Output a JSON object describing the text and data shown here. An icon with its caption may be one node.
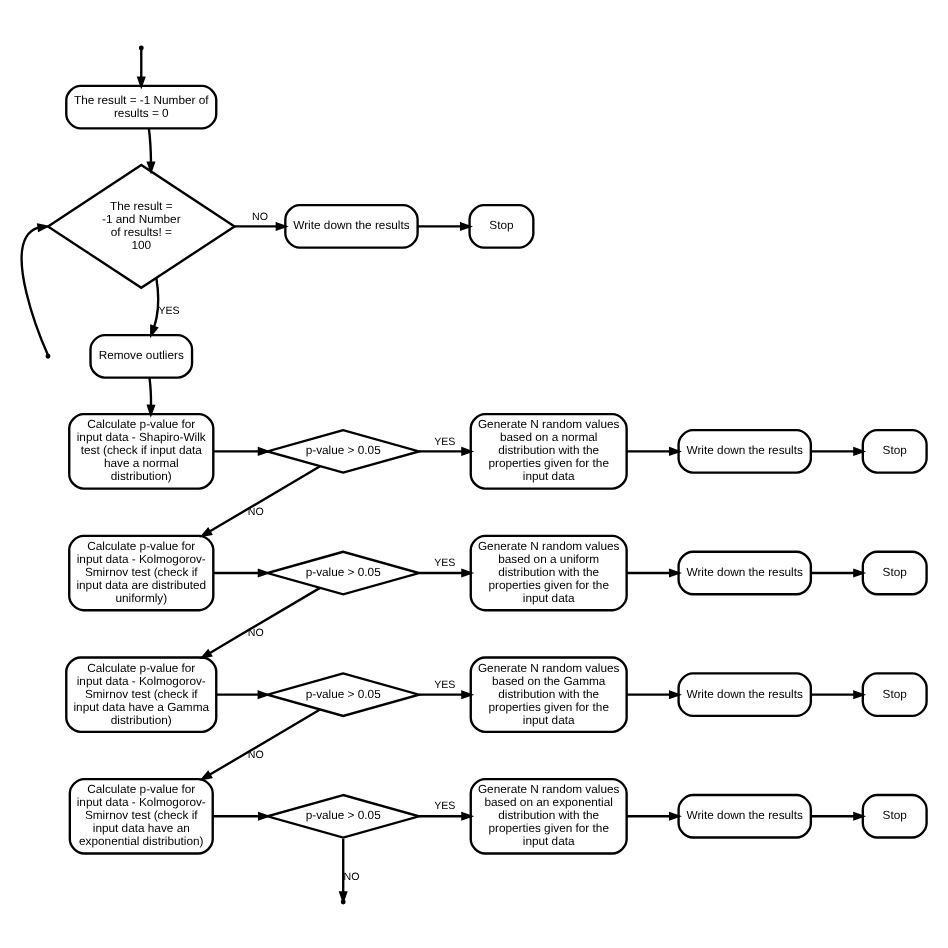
{
  "diagram": {
    "nodes": [
      {
        "text": [
          "The result = -1 Number of results = 0"
        ]
      },
      {
        "text": [
          "The result = -1 and Number of results! = 100"
        ]
      },
      {
        "text": [
          "Write down the results"
        ]
      },
      {
        "text": [
          "Stop"
        ]
      },
      {
        "text": [
          "Remove outliers"
        ]
      },
      {
        "text": [
          "Calculate p-value for input data - Shapiro-Wilk test (check if input data have a normal distribution)"
        ]
      },
      {
        "text": [
          "p-value > 0.05"
        ]
      },
      {
        "text": [
          "Generate N random values based on a normal distribution with the properties given for the input data"
        ]
      },
      {
        "text": [
          "Write down the results"
        ]
      },
      {
        "text": [
          "Stop"
        ]
      },
      {
        "text": [
          "Calculate p-value for input data - Kolmogorov-Smirnov test (check if input data are distributed uniformly)"
        ]
      },
      {
        "text": [
          "p-value > 0.05"
        ]
      },
      {
        "text": [
          "Generate N random values based on a uniform distribution with the properties given for the input data"
        ]
      },
      {
        "text": [
          "Write down the results"
        ]
      },
      {
        "text": [
          "Stop"
        ]
      },
      {
        "text": [
          "Calculate p-value for input data - Kolmogorov-Smirnov test (check if input data have a Gamma distribution)"
        ]
      },
      {
        "text": [
          "p-value > 0.05"
        ]
      },
      {
        "text": [
          "Generate N random values based on the Gamma distribution with the properties given for the input data"
        ]
      },
      {
        "text": [
          "Write down the results"
        ]
      },
      {
        "text": [
          "Stop"
        ]
      },
      {
        "text": [
          "Calculate p-value for input data - Kolmogorov-Smirnov test (check if input data have an exponential distribution)"
        ]
      },
      {
        "text": [
          "p-value > 0.05"
        ]
      },
      {
        "text": [
          "Generate N random values based on an exponential distribution with the properties given for the input data"
        ]
      },
      {
        "text": [
          "Write down the results"
        ]
      },
      {
        "text": [
          "Stop"
        ]
      }
    ],
    "edges": [
      {
        "from": null,
        "to": 0,
        "arrow": "to"
      },
      {
        "from": 0,
        "to": 1,
        "arrow": "to"
      },
      {
        "from": null,
        "to": 1,
        "arrow": "to"
      },
      {
        "from": 1,
        "to": 2,
        "label": "NO",
        "arrow": "to"
      },
      {
        "from": 2,
        "to": 3,
        "arrow": "to"
      },
      {
        "from": 1,
        "to": 4,
        "label": "YES",
        "arrow": "to"
      },
      {
        "from": 4,
        "to": 5,
        "arrow": "to"
      },
      {
        "from": 5,
        "to": 6,
        "arrow": "to"
      },
      {
        "from": 6,
        "to": 7,
        "label": "YES",
        "arrow": "to"
      },
      {
        "from": 7,
        "to": 8,
        "arrow": "to"
      },
      {
        "from": 8,
        "to": 9,
        "arrow": "to"
      },
      {
        "from": 6,
        "to": 10,
        "label": "NO",
        "arrow": "to"
      },
      {
        "from": 10,
        "to": 11,
        "arrow": "to"
      },
      {
        "from": 11,
        "to": 12,
        "label": "YES",
        "arrow": "to"
      },
      {
        "from": 12,
        "to": 13,
        "arrow": "to"
      },
      {
        "from": 13,
        "to": 14,
        "arrow": "to"
      },
      {
        "from": 11,
        "to": 15,
        "label": "NO",
        "arrow": "to"
      },
      {
        "from": 15,
        "to": 16,
        "arrow": "to"
      },
      {
        "from": 16,
        "to": 17,
        "label": "YES",
        "arrow": "to"
      },
      {
        "from": 17,
        "to": 18,
        "arrow": "to"
      },
      {
        "from": 18,
        "to": 19,
        "arrow": "to"
      },
      {
        "from": 16,
        "to": 20,
        "label": "NO",
        "arrow": "to"
      },
      {
        "from": 20,
        "to": 21,
        "arrow": "to"
      },
      {
        "from": 21,
        "to": 22,
        "label": "YES",
        "arrow": "to"
      },
      {
        "from": 22,
        "to": 23,
        "arrow": "to"
      },
      {
        "from": 23,
        "to": 24,
        "arrow": "to"
      },
      {
        "from": 21,
        "to": null,
        "label": "NO",
        "arrow": "to"
      }
    ]
  }
}
